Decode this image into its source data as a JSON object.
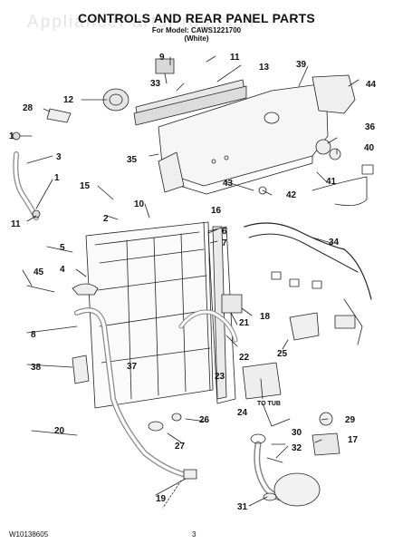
{
  "header": {
    "title": "CONTROLS AND REAR PANEL PARTS",
    "model_line": "For Model: CAWS1221700",
    "color_line": "(White)"
  },
  "watermark": "AppliancePartsPros.com",
  "footer": {
    "doc_number": "W10138605",
    "page_number": "3"
  },
  "callouts": [
    "1",
    "1",
    "2",
    "3",
    "4",
    "5",
    "6",
    "7",
    "8",
    "9",
    "10",
    "11",
    "11",
    "12",
    "13",
    "15",
    "16",
    "17",
    "18",
    "19",
    "20",
    "21",
    "22",
    "23",
    "24",
    "25",
    "26",
    "27",
    "28",
    "29",
    "30",
    "31",
    "32",
    "33",
    "34",
    "35",
    "36",
    "37",
    "38",
    "39",
    "40",
    "41",
    "42",
    "43",
    "44",
    "45"
  ],
  "labels": {
    "to_tub": "TO TUB"
  }
}
